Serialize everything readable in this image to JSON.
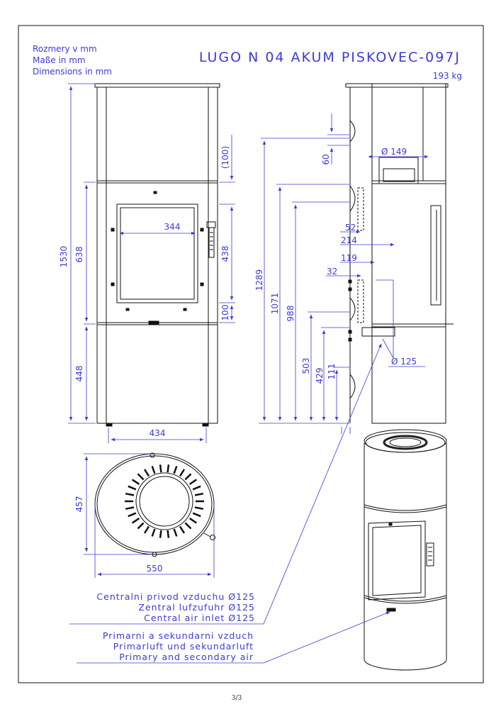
{
  "header": {
    "units_cz": "Rozmery v mm",
    "units_de": "Maße in mm",
    "units_en": "Dimensions in mm",
    "title": "LUGO N 04 AKUM PISKOVEC-097J",
    "weight": "193 kg"
  },
  "front_view": {
    "total_height": "1530",
    "upper_height": "638",
    "lower_height": "448",
    "top_offset": "(100)",
    "door_height": "438",
    "bottom_offset": "100",
    "glass_width": "344",
    "base_width": "434"
  },
  "side_view": {
    "height_1289": "1289",
    "height_1071": "1071",
    "height_988": "988",
    "height_503": "503",
    "height_429": "429",
    "height_111": "111",
    "d_60": "60",
    "d_52": "52",
    "d_214": "214",
    "d_119": "119",
    "d_32": "32",
    "flue_diameter": "Ø 149",
    "air_diameter": "Ø 125"
  },
  "top_view": {
    "depth": "457",
    "width": "550"
  },
  "notes": {
    "central_cz": "Centralni privod vzduchu Ø125",
    "central_de": "Zentral lufzufuhr Ø125",
    "central_en": "Central air inlet Ø125",
    "primary_cz": "Primarni a sekundarni vzduch",
    "primary_de": "Primarluft und sekundarluft",
    "primary_en": "Primary and secondary air"
  },
  "page_number": "3/3",
  "colors": {
    "dimension": "#3b3bd6",
    "outline": "#111111",
    "background": "#ffffff"
  }
}
